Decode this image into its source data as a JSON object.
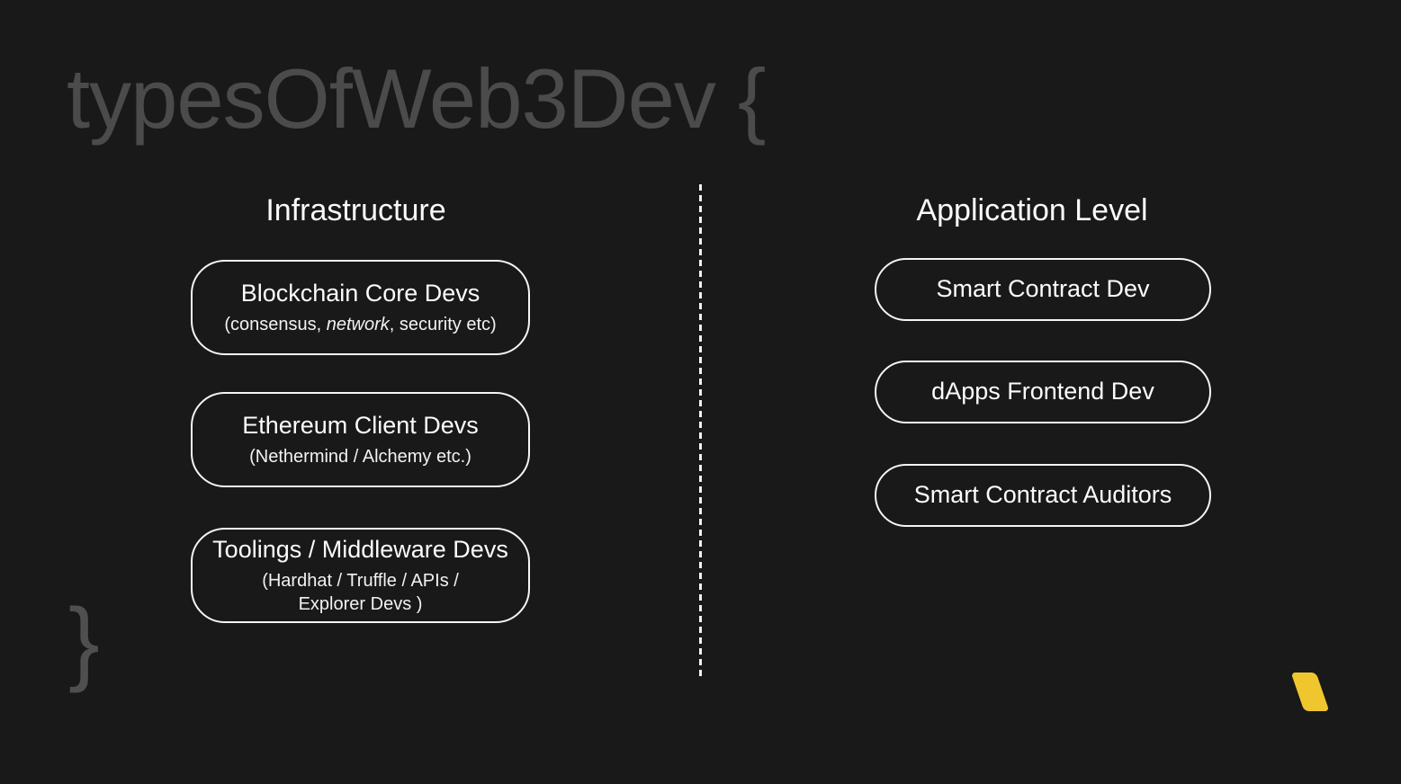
{
  "slide": {
    "title": "typesOfWeb3Dev {",
    "closing_brace": "}"
  },
  "infrastructure": {
    "header": "Infrastructure",
    "boxes": [
      {
        "title": "Blockchain Core Devs",
        "subtitle_prefix": "(consensus, ",
        "subtitle_italic": "network",
        "subtitle_suffix": ", security etc)"
      },
      {
        "title": "Ethereum Client Devs",
        "subtitle": "(Nethermind / Alchemy etc.)"
      },
      {
        "title": "Toolings / Middleware Devs",
        "subtitle_line1": "(Hardhat / Truffle / APIs /",
        "subtitle_line2": "Explorer Devs )"
      }
    ]
  },
  "application": {
    "header": "Application Level",
    "boxes": [
      {
        "title": "Smart Contract Dev"
      },
      {
        "title": "dApps Frontend Dev"
      },
      {
        "title": "Smart Contract Auditors"
      }
    ]
  },
  "branding": {
    "logo_icon": "yellow-parallelogram-mark",
    "accent_color": "#F0C62F"
  },
  "colors": {
    "background": "#191919",
    "muted_title": "#4B4B4B",
    "box_border": "#F5F5F5",
    "text": "#FAFAFA",
    "divider": "#F2F2F2"
  }
}
